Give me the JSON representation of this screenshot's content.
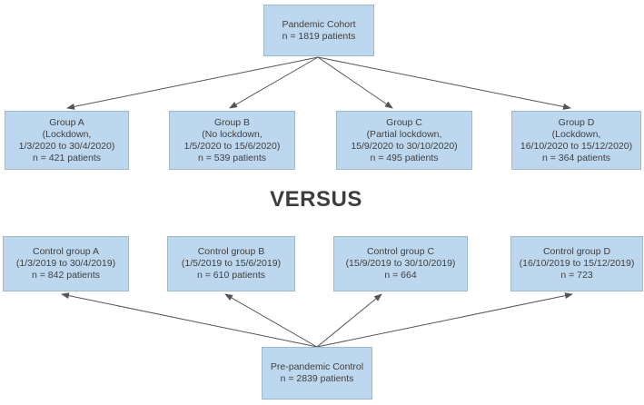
{
  "diagram": {
    "versus_label": "VERSUS",
    "colors": {
      "box_fill": "#bdd7ee",
      "box_border": "#9db9cc",
      "text": "#404040",
      "arrow": "#555555",
      "background": "#ffffff"
    },
    "nodes": {
      "pandemic_cohort": {
        "lines": [
          "Pandemic Cohort",
          "n = 1819 patients"
        ]
      },
      "group_a": {
        "lines": [
          "Group A",
          "(Lockdown,",
          "1/3/2020 to 30/4/2020)",
          "n = 421 patients"
        ]
      },
      "group_b": {
        "lines": [
          "Group B",
          "(No lockdown,",
          "1/5/2020 to 15/6/2020)",
          "n = 539 patients"
        ]
      },
      "group_c": {
        "lines": [
          "Group C",
          "(Partial lockdown,",
          "15/9/2020 to 30/10/2020)",
          "n = 495 patients"
        ]
      },
      "group_d": {
        "lines": [
          "Group D",
          "(Lockdown,",
          "16/10/2020 to 15/12/2020)",
          "n = 364 patients"
        ]
      },
      "control_a": {
        "lines": [
          "Control group A",
          "(1/3/2019 to 30/4/2019)",
          "n = 842 patients"
        ]
      },
      "control_b": {
        "lines": [
          "Control group B",
          "(1/5/2019 to 15/6/2019)",
          "n = 610 patients"
        ]
      },
      "control_c": {
        "lines": [
          "Control group C",
          "(15/9/2019 to 30/10/2019)",
          "n = 664"
        ]
      },
      "control_d": {
        "lines": [
          "Control group D",
          "(16/10/2019 to 15/12/2019)",
          "n = 723"
        ]
      },
      "pre_pandemic_control": {
        "lines": [
          "Pre-pandemic Control",
          "n = 2839 patients"
        ]
      }
    },
    "edges": [
      {
        "from": "pandemic_cohort",
        "to": "group_a"
      },
      {
        "from": "pandemic_cohort",
        "to": "group_b"
      },
      {
        "from": "pandemic_cohort",
        "to": "group_c"
      },
      {
        "from": "pandemic_cohort",
        "to": "group_d"
      },
      {
        "from": "pre_pandemic_control",
        "to": "control_a"
      },
      {
        "from": "pre_pandemic_control",
        "to": "control_b"
      },
      {
        "from": "pre_pandemic_control",
        "to": "control_c"
      },
      {
        "from": "pre_pandemic_control",
        "to": "control_d"
      }
    ]
  }
}
